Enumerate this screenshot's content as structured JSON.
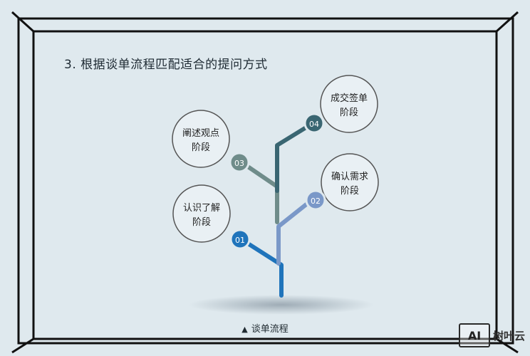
{
  "title": "3. 根据谈单流程匹配适合的提问方式",
  "caption": "谈单流程",
  "stages": [
    {
      "num": "01",
      "line1": "认识了解",
      "line2": "阶段",
      "color": "#1f74bb"
    },
    {
      "num": "02",
      "line1": "确认需求",
      "line2": "阶段",
      "color": "#7a98c8"
    },
    {
      "num": "03",
      "line1": "阐述观点",
      "line2": "阶段",
      "color": "#6f8c8a"
    },
    {
      "num": "04",
      "line1": "成交签单",
      "line2": "阶段",
      "color": "#3a6672"
    }
  ],
  "watermark": {
    "logo": "AI",
    "text": "树叶云"
  }
}
